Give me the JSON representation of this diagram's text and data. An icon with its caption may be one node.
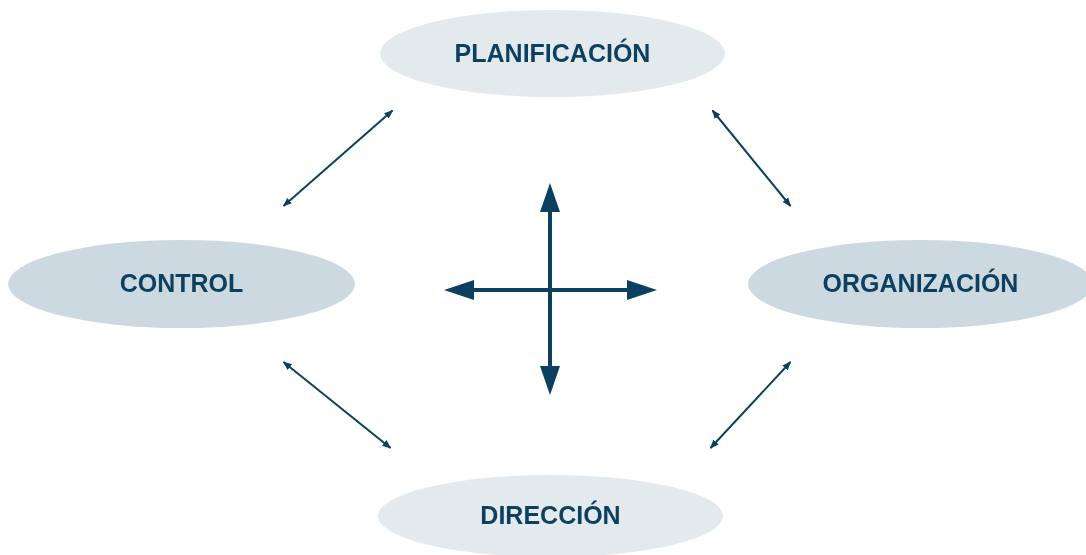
{
  "diagram": {
    "nodes": [
      {
        "text": [
          "PLANIFICACIÓN"
        ]
      },
      {
        "text": [
          "CONTROL"
        ]
      },
      {
        "text": [
          "ORGANIZACIÓN"
        ]
      },
      {
        "text": [
          "DIRECCIÓN"
        ]
      }
    ],
    "edges": [
      {
        "from": 0,
        "to": 1,
        "arrow": "both"
      },
      {
        "from": 0,
        "to": 2,
        "arrow": "both"
      },
      {
        "from": 1,
        "to": 3,
        "arrow": "both"
      },
      {
        "from": 2,
        "to": 3,
        "arrow": "both"
      }
    ]
  }
}
